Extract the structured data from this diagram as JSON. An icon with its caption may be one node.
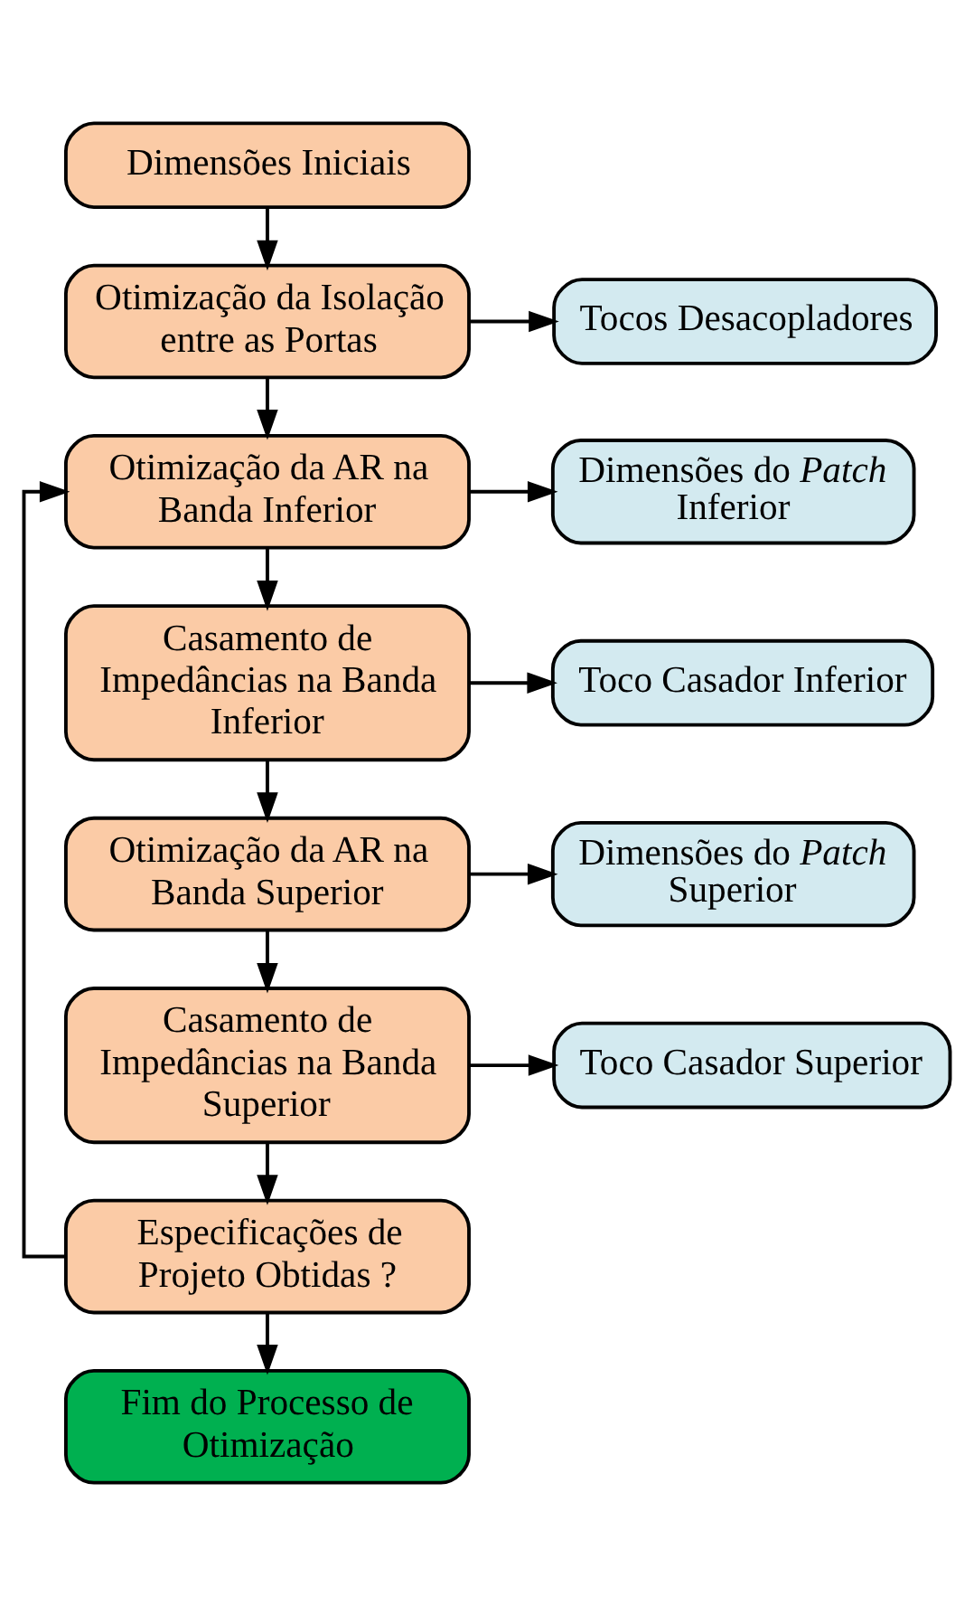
{
  "diagram": {
    "nodes": [
      {
        "text": [
          "Dimensões Iniciais"
        ]
      },
      {
        "text": [
          "Otimização da Isolação entre as Portas"
        ]
      },
      {
        "text": [
          "Tocos Desacopladores"
        ]
      },
      {
        "text": [
          "Otimização da AR na Banda Inferior"
        ]
      },
      {
        "text": [
          "Dimensões do *Patch* Inferior"
        ]
      },
      {
        "text": [
          "Casamento de Impedâncias na Banda Inferior"
        ]
      },
      {
        "text": [
          "Toco Casador Inferior"
        ]
      },
      {
        "text": [
          "Otimização da AR na Banda Superior"
        ]
      },
      {
        "text": [
          "Dimensões do *Patch* Superior"
        ]
      },
      {
        "text": [
          "Casamento de Impedâncias na Banda Superior"
        ]
      },
      {
        "text": [
          "Toco Casador Superior"
        ]
      },
      {
        "text": [
          "Especificações de Projeto Obtidas ?"
        ]
      },
      {
        "text": [
          "Fim do Processo de Otimização"
        ]
      }
    ],
    "edges": [
      {
        "from": 0,
        "to": 1,
        "arrow": "to"
      },
      {
        "from": 1,
        "to": 2,
        "arrow": "to"
      },
      {
        "from": 1,
        "to": 3,
        "arrow": "to"
      },
      {
        "from": 3,
        "to": 4,
        "arrow": "to"
      },
      {
        "from": 3,
        "to": 5,
        "arrow": "to"
      },
      {
        "from": 5,
        "to": 6,
        "arrow": "to"
      },
      {
        "from": 5,
        "to": 7,
        "arrow": "to"
      },
      {
        "from": 7,
        "to": 8,
        "arrow": "to"
      },
      {
        "from": 7,
        "to": 9,
        "arrow": "to"
      },
      {
        "from": 9,
        "to": 10,
        "arrow": "to"
      },
      {
        "from": 9,
        "to": 11,
        "arrow": "to"
      },
      {
        "from": 11,
        "to": 3,
        "arrow": "to"
      },
      {
        "from": 11,
        "to": 12,
        "arrow": "to"
      }
    ]
  }
}
